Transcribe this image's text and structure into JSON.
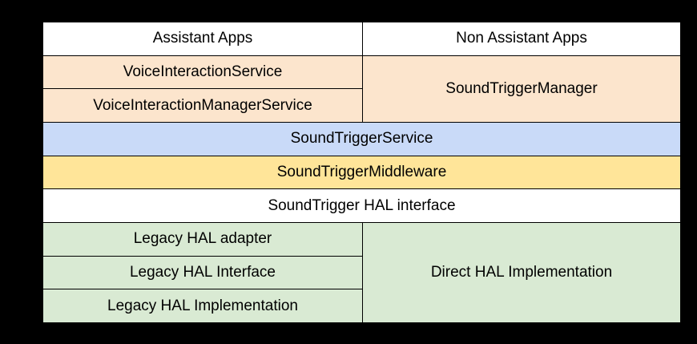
{
  "diagram": {
    "type": "architecture-stack-diagram",
    "colors": {
      "background": "#000000",
      "border": "#000000",
      "text": "#000000",
      "white": "#ffffff",
      "peach": "#fce5cd",
      "blue": "#c9daf8",
      "yellow": "#ffe599",
      "green": "#d9ead3"
    },
    "cells": {
      "assistant_apps": "Assistant Apps",
      "non_assistant_apps": "Non Assistant Apps",
      "voice_interaction_service": "VoiceInteractionService",
      "voice_interaction_manager_service": "VoiceInteractionManagerService",
      "sound_trigger_manager": "SoundTriggerManager",
      "sound_trigger_service": "SoundTriggerService",
      "sound_trigger_middleware": "SoundTriggerMiddleware",
      "sound_trigger_hal_interface": "SoundTrigger HAL interface",
      "legacy_hal_adapter": "Legacy HAL adapter",
      "legacy_hal_interface": "Legacy HAL Interface",
      "legacy_hal_implementation": "Legacy HAL Implementation",
      "direct_hal_implementation": "Direct HAL Implementation"
    }
  }
}
